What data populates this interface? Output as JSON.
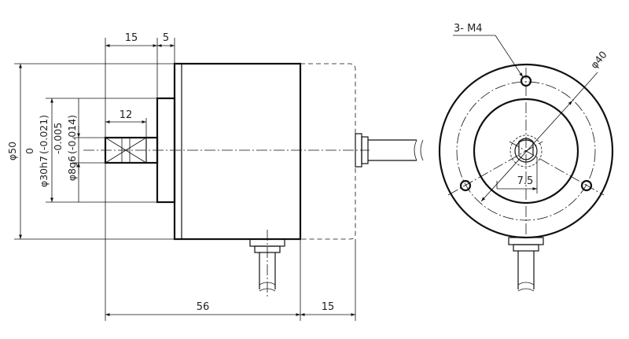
{
  "dimensions": {
    "shaft_length": "15",
    "flange_thickness": "5",
    "body_diameter": "φ50",
    "spigot_diameter": "φ30h7",
    "spigot_tol_upper": "0",
    "spigot_tol_lower": "(-0.021)",
    "shaft_diameter": "φ8g6",
    "shaft_tol_upper": "-0.005",
    "shaft_tol_lower": "(-0.014)",
    "flat_length": "12",
    "body_length": "56",
    "rear_length": "15",
    "holes": "3- M4",
    "pcd": "φ40",
    "flat_depth": "7.5"
  },
  "colors": {
    "line": "#111111",
    "background": "#ffffff"
  }
}
